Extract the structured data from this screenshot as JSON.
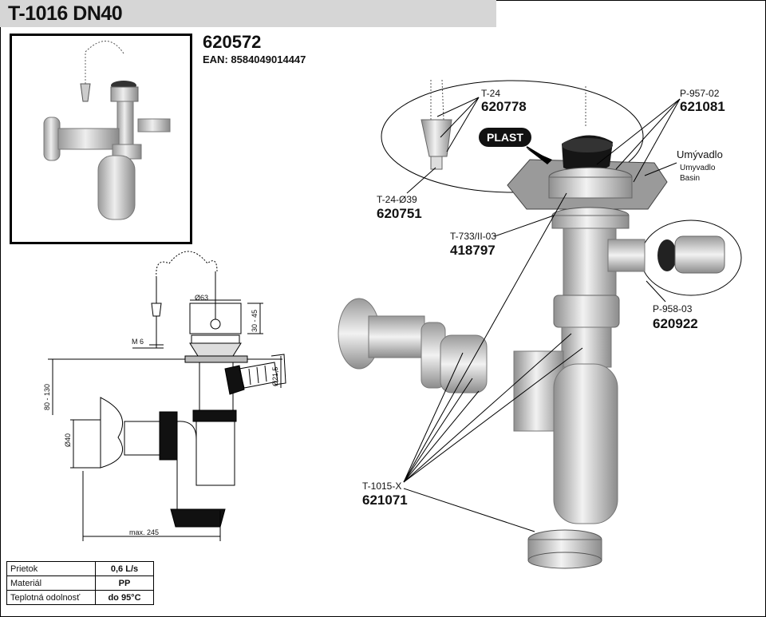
{
  "header": {
    "title": "T-1016 DN40"
  },
  "product": {
    "code": "620572",
    "ean": "EAN: 8584049014447"
  },
  "parts": [
    {
      "name": "T-24",
      "code": "620778"
    },
    {
      "name": "P-957-02",
      "code": "621081"
    },
    {
      "name": "T-24-Ø39",
      "code": "620751"
    },
    {
      "name": "T-733/II-03",
      "code": "418797"
    },
    {
      "name": "P-958-03",
      "code": "620922"
    },
    {
      "name": "T-1015-X",
      "code": "621071"
    }
  ],
  "badge": {
    "plast": "PLAST"
  },
  "basin": {
    "sk": "Umývadlo",
    "cz": "Umyvadlo",
    "en": "Basin"
  },
  "dimensions": {
    "d63": "Ø63",
    "h30_45": "30 - 45",
    "m6": "M 6",
    "d21_5": "Ø21,5",
    "h80_130": "80 - 130",
    "d40": "Ø40",
    "max245": "max. 245"
  },
  "specs": [
    {
      "label": "Prietok",
      "value": "0,6 L/s"
    },
    {
      "label": "Materiál",
      "value": "PP"
    },
    {
      "label": "Teplotná odolnosť",
      "value": "do 95°C"
    }
  ]
}
